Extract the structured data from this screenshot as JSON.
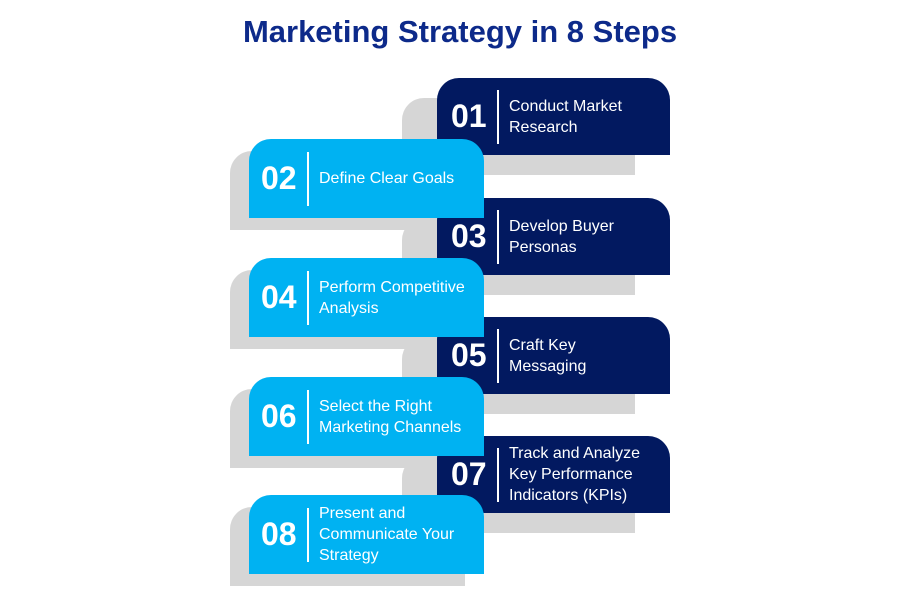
{
  "title": "Marketing Strategy in 8 Steps",
  "colors": {
    "dark": "#021960",
    "light": "#00b2f2",
    "shadow": "#d6d6d6",
    "title": "#0d2a8a"
  },
  "steps": [
    {
      "number": "01",
      "line1": "Conduct Market",
      "line2": "Research",
      "line3": ""
    },
    {
      "number": "02",
      "line1": "Define Clear Goals",
      "line2": "",
      "line3": ""
    },
    {
      "number": "03",
      "line1": "Develop Buyer",
      "line2": "Personas",
      "line3": ""
    },
    {
      "number": "04",
      "line1": "Perform Competitive",
      "line2": "Analysis",
      "line3": ""
    },
    {
      "number": "05",
      "line1": "Craft Key",
      "line2": "Messaging",
      "line3": ""
    },
    {
      "number": "06",
      "line1": "Select the Right",
      "line2": "Marketing Channels",
      "line3": ""
    },
    {
      "number": "07",
      "line1": "Track and Analyze",
      "line2": "Key Performance",
      "line3": "Indicators (KPIs)"
    },
    {
      "number": "08",
      "line1": "Present and",
      "line2": "Communicate Your",
      "line3": "Strategy"
    }
  ]
}
